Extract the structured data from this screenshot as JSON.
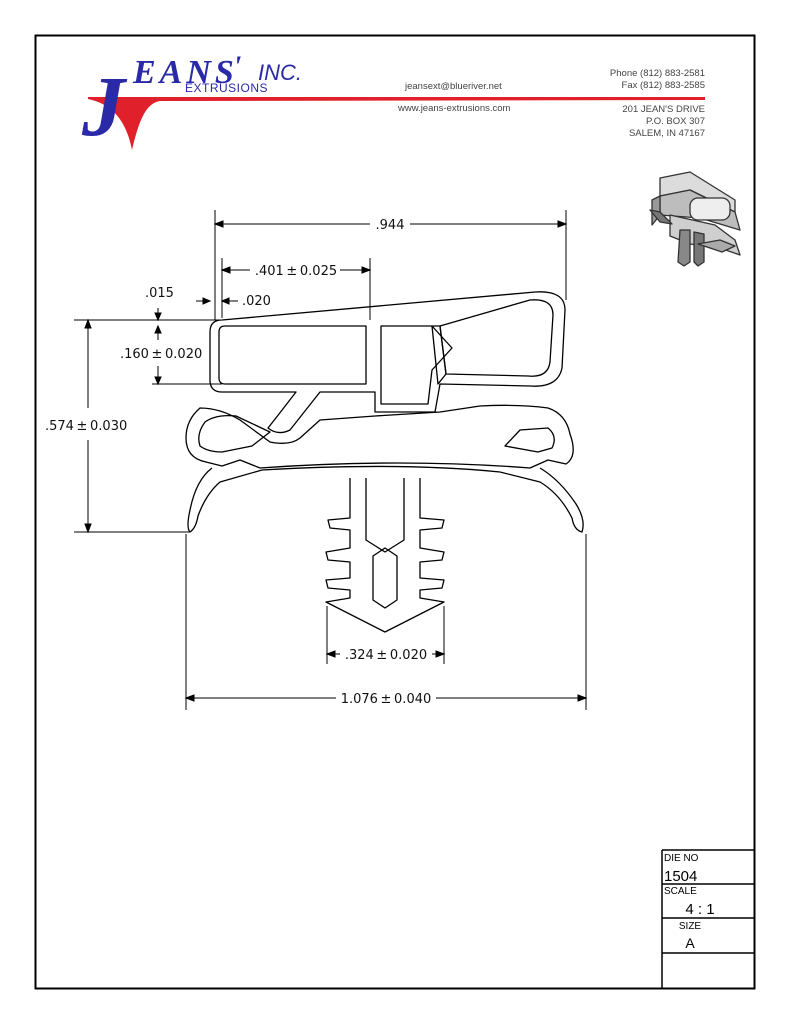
{
  "company": {
    "logo_letter": "J",
    "logo_name": "EANS",
    "logo_apostrophe": "'",
    "logo_suffix": "INC.",
    "logo_sub": "EXTRUSIONS",
    "email": "jeansext@blueriver.net",
    "website": "www.jeans-extrusions.com",
    "phone": "Phone (812) 883-2581",
    "fax": "Fax (812) 883-2585",
    "address1": "201 JEAN'S DRIVE",
    "address2": "P.O. BOX 307",
    "address3": "SALEM, IN 47167"
  },
  "colors": {
    "brand_blue": "#2a2aa8",
    "brand_red": "#e0202a",
    "text_gray": "#555555"
  },
  "dimensions": {
    "overall_top": ".944",
    "hollow_width": ".401 ± 0.025",
    "wall_outer": ".015",
    "wall_inner": ".020",
    "hollow_height": ".160 ± 0.020",
    "overall_height": ".574 ± 0.030",
    "dart_width": ".324 ± 0.020",
    "overall_width": "1.076 ± 0.040"
  },
  "title_block": {
    "die_no_label": "DIE NO",
    "die_no_value": "1504",
    "scale_label": "SCALE",
    "scale_value": "4 : 1",
    "size_label": "SIZE",
    "size_value": "A"
  }
}
